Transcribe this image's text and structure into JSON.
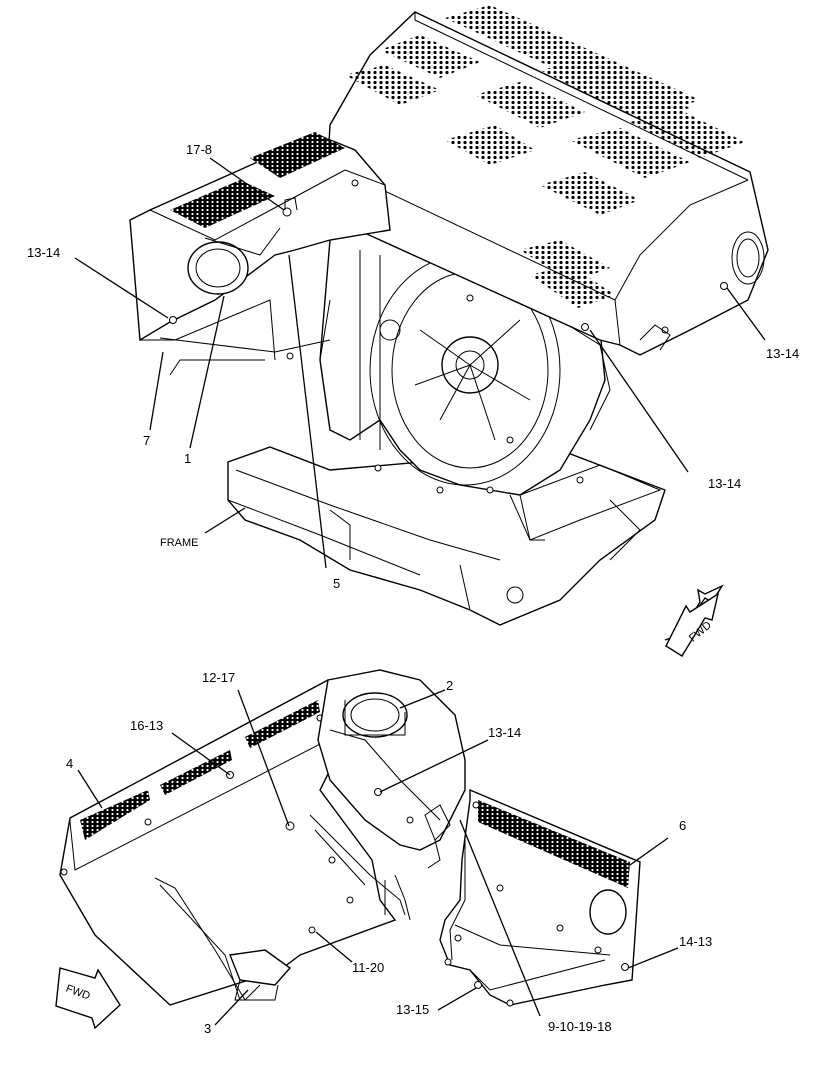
{
  "top_view": {
    "callouts": [
      {
        "id": "top-17-8",
        "text": "17-8"
      },
      {
        "id": "top-13-14-left",
        "text": "13-14"
      },
      {
        "id": "top-13-14-right",
        "text": "13-14"
      },
      {
        "id": "top-13-14-center",
        "text": "13-14"
      },
      {
        "id": "top-7",
        "text": "7"
      },
      {
        "id": "top-1",
        "text": "1"
      },
      {
        "id": "top-5",
        "text": "5"
      },
      {
        "id": "top-frame",
        "text": "FRAME"
      }
    ],
    "direction_arrow": {
      "text": "FWD",
      "icon": "fwd-arrow-icon"
    }
  },
  "bottom_view": {
    "callouts": [
      {
        "id": "bot-12-17",
        "text": "12-17"
      },
      {
        "id": "bot-2",
        "text": "2"
      },
      {
        "id": "bot-16-13",
        "text": "16-13"
      },
      {
        "id": "bot-13-14",
        "text": "13-14"
      },
      {
        "id": "bot-4",
        "text": "4"
      },
      {
        "id": "bot-6",
        "text": "6"
      },
      {
        "id": "bot-14-13",
        "text": "14-13"
      },
      {
        "id": "bot-11-20",
        "text": "11-20"
      },
      {
        "id": "bot-3",
        "text": "3"
      },
      {
        "id": "bot-13-15",
        "text": "13-15"
      },
      {
        "id": "bot-9-10-19-18",
        "text": "9-10-19-18"
      }
    ],
    "direction_arrow": {
      "text": "FWD",
      "icon": "fwd-arrow-icon"
    }
  }
}
